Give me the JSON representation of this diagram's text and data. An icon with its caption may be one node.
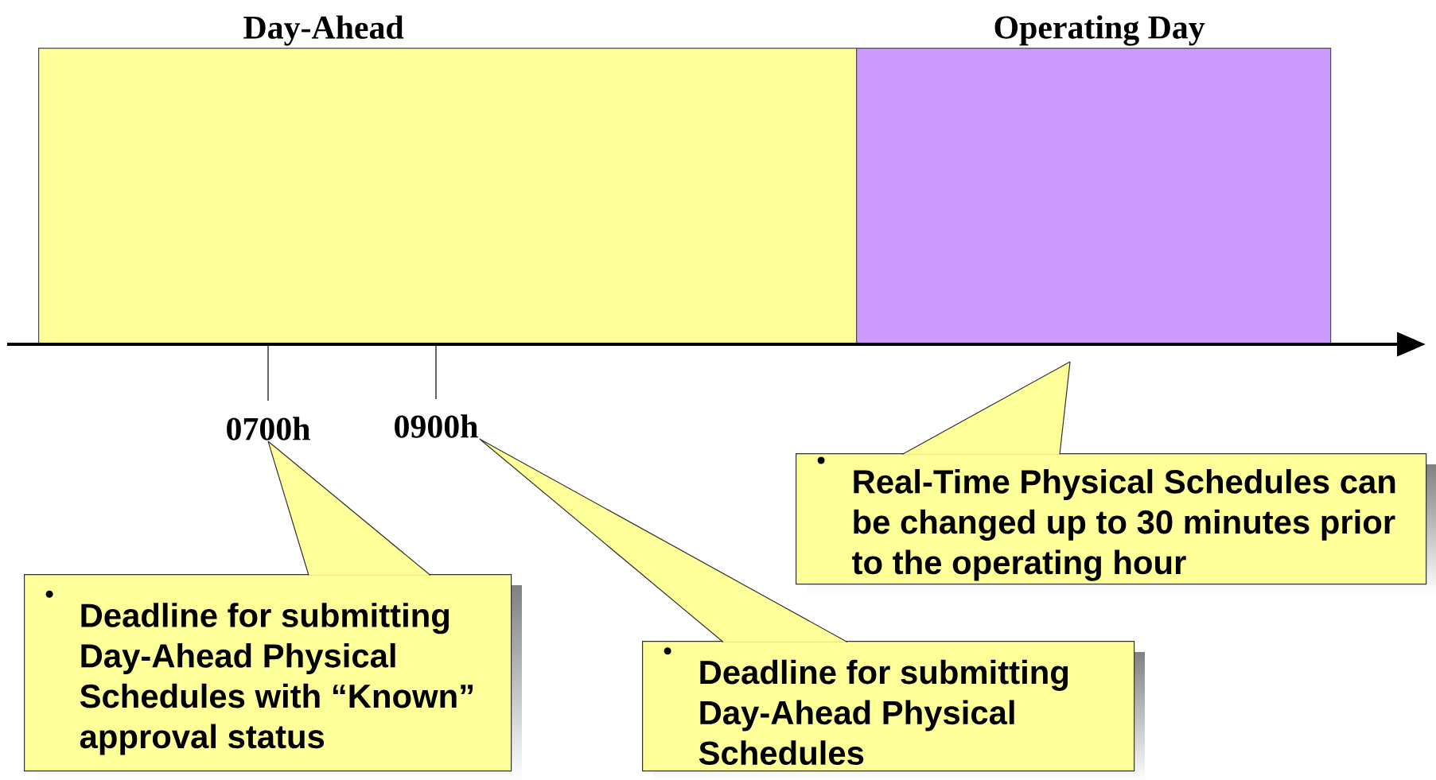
{
  "diagram": {
    "nodes": [
      {
        "text": [
          "Day-Ahead"
        ]
      },
      {
        "text": [
          "Operating Day"
        ]
      },
      {
        "text": [
          "0700h"
        ]
      },
      {
        "text": [
          "0900h"
        ]
      },
      {
        "text": [
          "Deadline for submitting Day-Ahead Physical Schedules with “Known” approval status"
        ]
      },
      {
        "text": [
          "Deadline for submitting Day-Ahead Physical Schedules"
        ]
      },
      {
        "text": [
          "Real-Time Physical Schedules can be changed up to 30 minutes prior to the operating hour"
        ]
      }
    ],
    "edges": [
      {
        "from": 4,
        "to": 2,
        "arrow": "none"
      },
      {
        "from": 5,
        "to": 3,
        "arrow": "none"
      },
      {
        "from": 6,
        "to": null,
        "arrow": "none"
      }
    ]
  }
}
